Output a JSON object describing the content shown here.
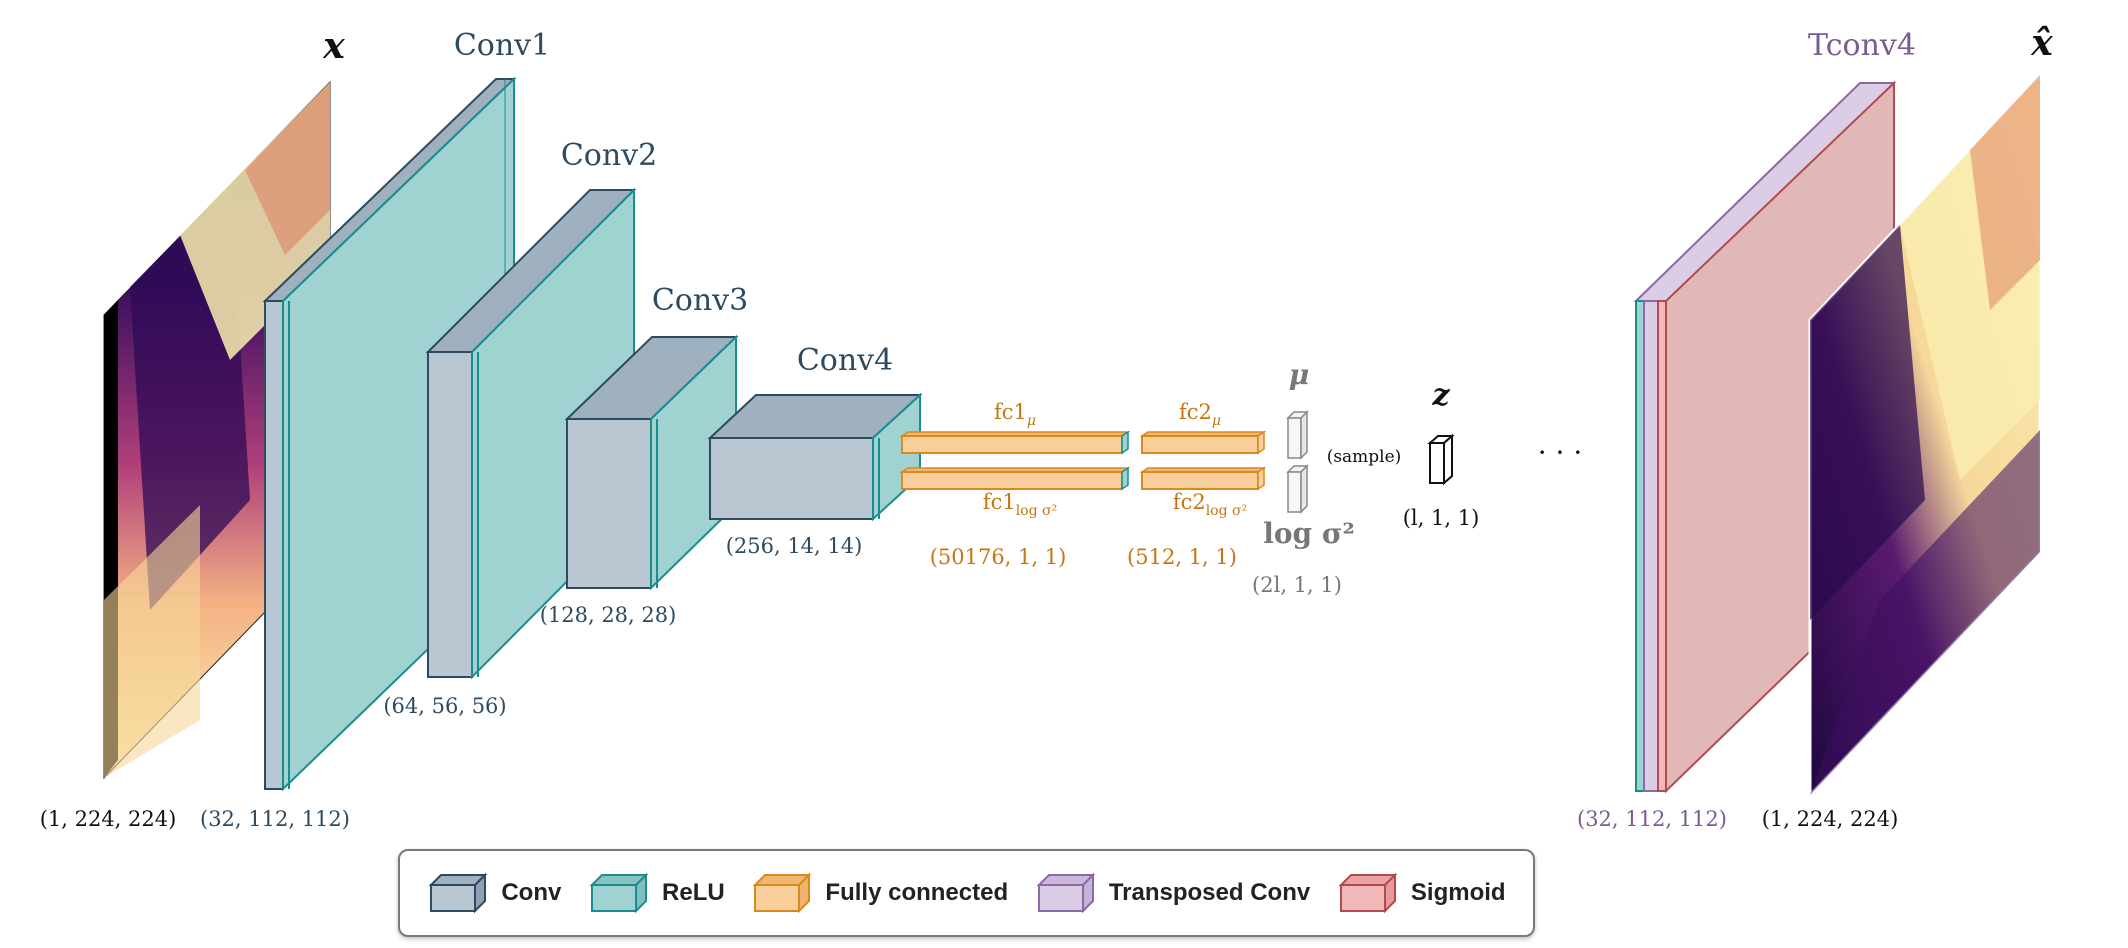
{
  "input": {
    "symbol": "x",
    "shape": "(1, 224, 224)"
  },
  "encoder": [
    {
      "name": "Conv1",
      "shape": "(32, 112, 112)"
    },
    {
      "name": "Conv2",
      "shape": "(64, 56, 56)"
    },
    {
      "name": "Conv3",
      "shape": "(128, 28, 28)"
    },
    {
      "name": "Conv4",
      "shape": "(256, 14, 14)"
    }
  ],
  "fc1": {
    "mu_label": "fc1",
    "mu_sub": "μ",
    "logvar_label": "fc1",
    "logvar_sub": "log σ²",
    "shape": "(50176, 1, 1)"
  },
  "fc2": {
    "mu_label": "fc2",
    "mu_sub": "μ",
    "logvar_label": "fc2",
    "logvar_sub": "log σ²",
    "shape": "(512, 1, 1)"
  },
  "latent": {
    "mu": "μ",
    "logvar": "log σ²",
    "param_shape": "(2l, 1, 1)",
    "sample": "(sample)",
    "z": "z",
    "z_shape": "(l, 1, 1)"
  },
  "ellipsis": "· · ·",
  "decoder": {
    "name": "Tconv4",
    "shape": "(32, 112, 112)"
  },
  "output": {
    "symbol": "x̂",
    "shape": "(1, 224, 224)"
  },
  "legend": [
    {
      "label": "Conv",
      "color": "#b9c7d2"
    },
    {
      "label": "ReLU",
      "color": "#9fd2d1"
    },
    {
      "label": "Fully connected",
      "color": "#f8cf9b"
    },
    {
      "label": "Transposed Conv",
      "color": "#dccde6"
    },
    {
      "label": "Sigmoid",
      "color": "#f1b8b9"
    }
  ],
  "colors": {
    "conv": "#b9c7d2",
    "relu": "#9fd2d1",
    "fc": "#f8cf9b",
    "tconv": "#dccde6",
    "sigmoid": "#e2b7b7",
    "conv_stroke": "#2d4a60",
    "relu_stroke": "#1a8e8e",
    "fc_stroke": "#d98a1e",
    "tconv_stroke": "#8a6aa6",
    "sigmoid_stroke": "#b34a4e",
    "encoder_text": "#2d4a60",
    "fc_text": "#c67610",
    "decoder_text": "#7b5b92",
    "latent_text": "#777777"
  }
}
